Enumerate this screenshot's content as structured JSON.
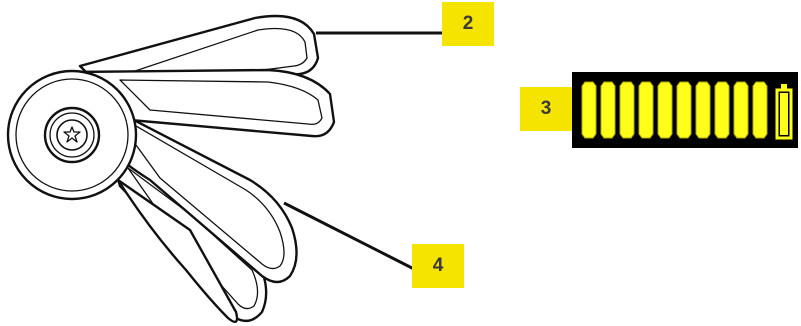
{
  "callouts": {
    "two": "2",
    "three": "3",
    "four": "4"
  },
  "battery_display": {
    "level": 1.0,
    "segments": 10,
    "segment_color": "#ffff1a",
    "background_color": "#000000",
    "icon": "battery-full-icon"
  },
  "colors": {
    "callout_fill": "#f5e400",
    "callout_text": "#3a3a3a",
    "line_art": "#111111"
  }
}
